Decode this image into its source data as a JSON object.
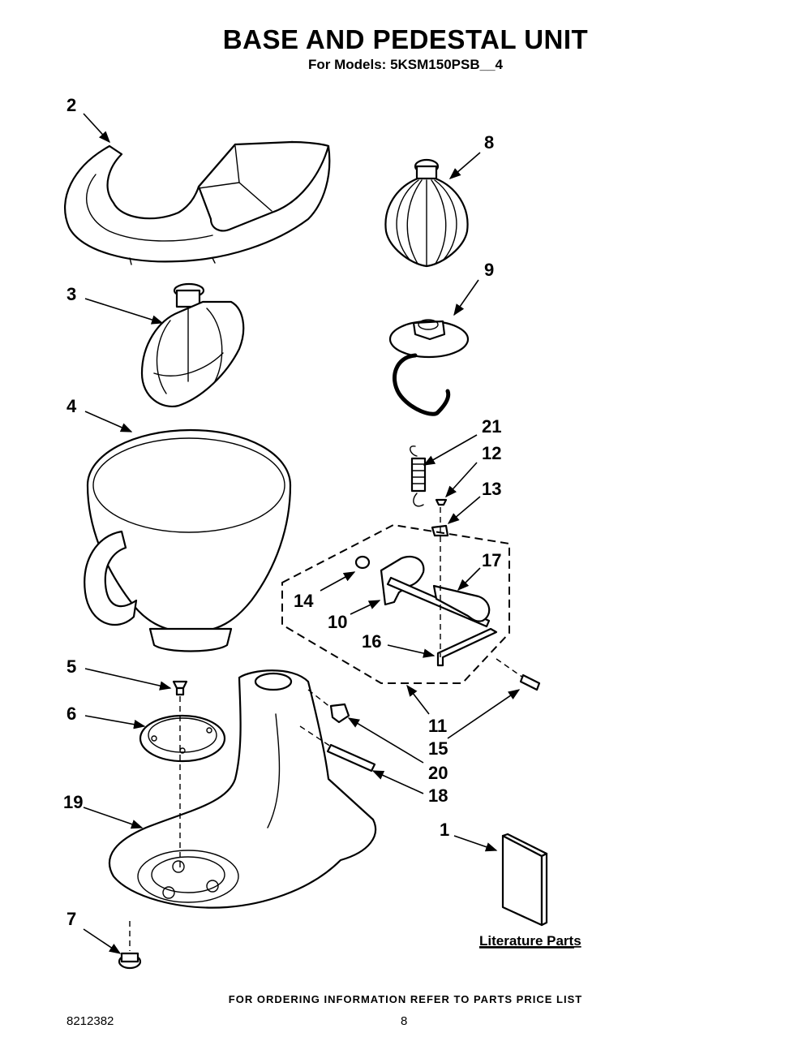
{
  "header": {
    "title": "BASE AND PEDESTAL UNIT",
    "subtitle": "For Models: 5KSM150PSB__4"
  },
  "callouts": {
    "c1": "1",
    "c2": "2",
    "c3": "3",
    "c4": "4",
    "c5": "5",
    "c6": "6",
    "c7": "7",
    "c8": "8",
    "c9": "9",
    "c10": "10",
    "c11": "11",
    "c12": "12",
    "c13": "13",
    "c14": "14",
    "c15": "15",
    "c16": "16",
    "c17": "17",
    "c18": "18",
    "c19": "19",
    "c20": "20",
    "c21": "21"
  },
  "literature_label": "Literature Parts",
  "footer": {
    "note": "FOR ORDERING INFORMATION REFER TO PARTS PRICE LIST",
    "doc_number": "8212382",
    "page_number": "8"
  }
}
